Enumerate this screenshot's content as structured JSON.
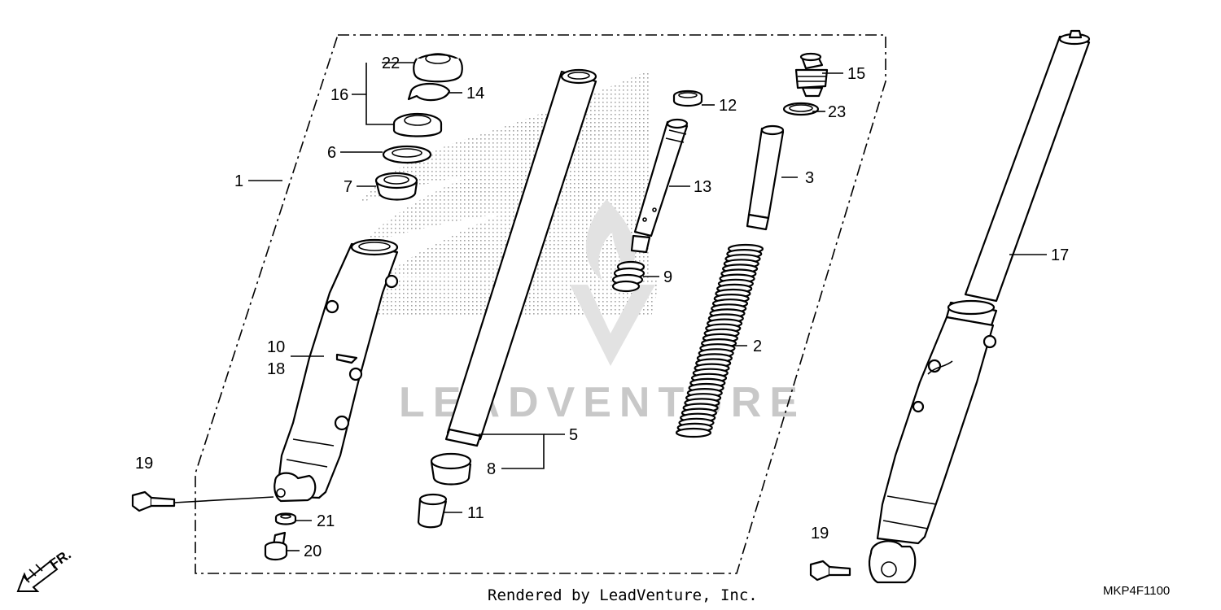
{
  "diagram": {
    "callouts": [
      {
        "id": "1",
        "label": "1"
      },
      {
        "id": "2",
        "label": "2"
      },
      {
        "id": "3",
        "label": "3"
      },
      {
        "id": "5",
        "label": "5"
      },
      {
        "id": "6",
        "label": "6"
      },
      {
        "id": "7",
        "label": "7"
      },
      {
        "id": "8",
        "label": "8"
      },
      {
        "id": "9",
        "label": "9"
      },
      {
        "id": "10",
        "label": "10"
      },
      {
        "id": "11",
        "label": "11"
      },
      {
        "id": "12",
        "label": "12"
      },
      {
        "id": "13",
        "label": "13"
      },
      {
        "id": "14",
        "label": "14"
      },
      {
        "id": "15",
        "label": "15"
      },
      {
        "id": "16",
        "label": "16"
      },
      {
        "id": "17",
        "label": "17"
      },
      {
        "id": "18",
        "label": "18"
      },
      {
        "id": "19a",
        "label": "19"
      },
      {
        "id": "19b",
        "label": "19"
      },
      {
        "id": "20",
        "label": "20"
      },
      {
        "id": "21",
        "label": "21"
      },
      {
        "id": "22",
        "label": "22"
      },
      {
        "id": "23",
        "label": "23"
      }
    ],
    "direction_label": "FR.",
    "watermark_text": "LEADVENTURE",
    "footer_text": "Rendered by LeadVenture, Inc.",
    "diagram_code": "MKP4F1100"
  }
}
